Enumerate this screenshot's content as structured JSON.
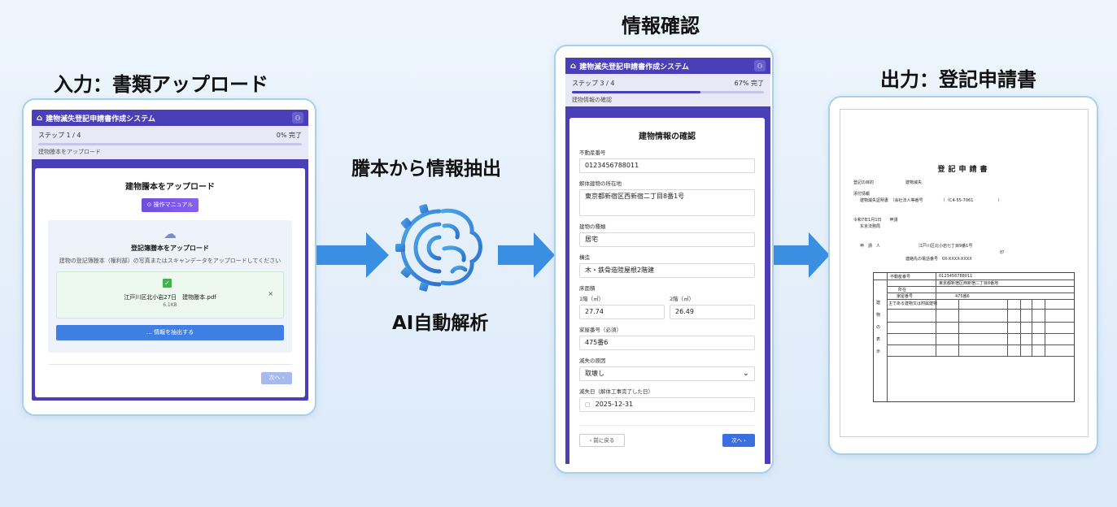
{
  "stages": {
    "input_title": "入力：書類アップロード",
    "confirm_title": "情報確認",
    "output_title": "出力：登記申請書",
    "extract_label": "謄本から情報抽出",
    "ai_label": "AI自動解析"
  },
  "screen1": {
    "app_title": "建物滅失登記申請書作成システム",
    "user_icon": "user-icon",
    "step": "ステップ 1 / 4",
    "progress_text": "0% 完了",
    "progress": 0,
    "step_label": "建物謄本をアップロード",
    "card_title": "建物謄本をアップロード",
    "manual_button": "⊙ 操作マニュアル",
    "drop_title": "登記簿謄本をアップロード",
    "drop_desc": "建物の登記簿謄本（権利部）の写真またはスキャンデータをアップロードしてください",
    "file_name": "江戸川区北小岩27日　建物謄本.pdf",
    "file_size": "6.1KB",
    "close": "×",
    "extract_button": "… 情報を抽出する",
    "next_button": "次へ ›"
  },
  "screen2": {
    "app_title": "建物滅失登記申請書作成システム",
    "step": "ステップ 3 / 4",
    "progress_text": "67% 完了",
    "progress": 0.67,
    "step_label": "建物情報の確認",
    "card_title": "建物情報の確認",
    "fields": {
      "f1_label": "不動産番号",
      "f1_value": "0123456788011",
      "f2_label": "解体建物の所在地",
      "f2_value": "東京都新宿区西新宿二丁目8番1号",
      "f3_label": "建物の種類",
      "f3_value": "居宅",
      "f4_label": "構造",
      "f4_value": "木・鉄骨造陸屋根2階建",
      "f5_label": "床面積",
      "floor1_label": "1階（㎡）",
      "floor1_value": "27.74",
      "floor2_label": "2階（㎡）",
      "floor2_value": "26.49",
      "f6_label": "家屋番号（必須）",
      "f6_value": "475番6",
      "f7_label": "滅失の原因",
      "f7_value": "取壊し",
      "f8_label": "滅失日（解体工事完了した日）",
      "f8_value": "2025-12-31"
    },
    "back_button": "‹ 前に戻る",
    "next_button": "次へ ›"
  },
  "document": {
    "title": "登記申請書",
    "l1a": "登記の目的",
    "l1b": "建物滅失",
    "l2a": "添付情報",
    "l2b": "建物滅失証明書　（会社法人等番号　　　　　）（C4-55-7061　　　　　　）",
    "l3a": "令和7年1月1日　　申請",
    "l3b": "东京法務局",
    "l4a": "申　請　人",
    "l4b": "江戸川区北小岩七丁目9番1号",
    "l4c": "印",
    "l5a": "連絡先の電話番号　0X-XXXX-XXXX",
    "t1": "不動産番号",
    "t1v": "0123456788011",
    "t2": "所在",
    "t2v": "東京都新宿区西新宿二丁目8番地",
    "t3": "家屋番号",
    "t3v": "475番6",
    "t4": "主である建物又は附属建物",
    "side": "建物の表示"
  },
  "colors": {
    "app_header": "#4b3fb8",
    "arrow": "#3b8fe3",
    "frame_border": "#a9d0ea"
  }
}
